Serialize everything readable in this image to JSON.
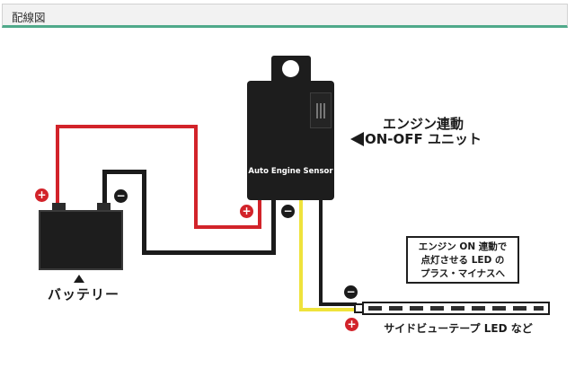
{
  "header": {
    "title": "配線図"
  },
  "colors": {
    "accent_green": "#4fa98a",
    "header_bg": "#f2f2f2",
    "wire_red": "#d2232a",
    "wire_black": "#1b1b1b",
    "wire_yellow": "#efe33c",
    "badge_red": "#d2232a",
    "badge_black": "#1b1b1b"
  },
  "diagram": {
    "unit": {
      "label": "Auto Engine Sensor",
      "callout_line1": "エンジン連動",
      "callout_line2": "ON-OFF ユニット"
    },
    "battery": {
      "label": "バッテリー"
    },
    "note": {
      "line1": "エンジン ON 連動で",
      "line2": "点灯させる LED の",
      "line3": "プラス・マイナスへ"
    },
    "led": {
      "label": "サイドビューテープ LED など"
    },
    "symbols": {
      "plus": "+",
      "minus": "−"
    }
  }
}
